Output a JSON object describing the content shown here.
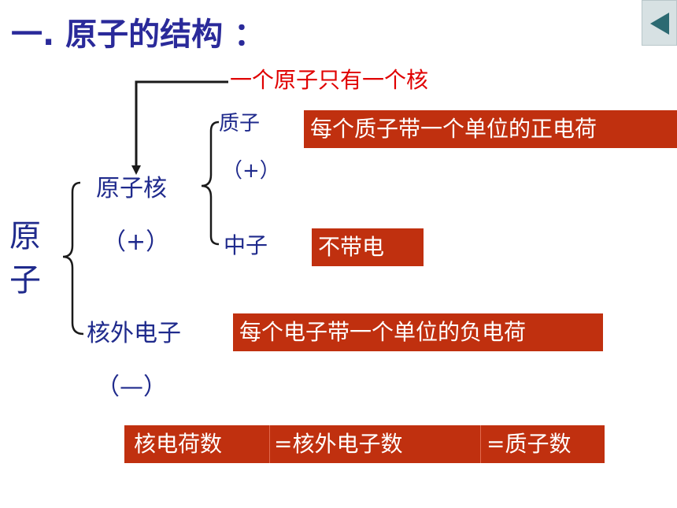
{
  "slide": {
    "title": "一. 原子的结构 ："
  },
  "navigation": {
    "back_icon": "triangle-left-icon"
  },
  "diagram": {
    "atom_char_1": "原",
    "atom_char_2": "子",
    "nucleus_label": "原子核",
    "nucleus_charge": "（+）",
    "nucleus_note": "一个原子只有一个核",
    "proton_label": "质子",
    "proton_charge": "（+）",
    "proton_desc": "每个质子带一个单位的正电荷",
    "neutron_label": "中子",
    "neutron_desc": "不带电",
    "electron_label": "核外电子",
    "electron_charge": "（—）",
    "electron_desc": "每个电子带一个单位的负电荷"
  },
  "summary": {
    "part1": "核电荷数",
    "part2": "=核外电子数",
    "part3": "=质子数"
  },
  "colors": {
    "title": "#2a2a9a",
    "label": "#1f2a8c",
    "note_red": "#e00000",
    "box_bg": "#c0300f",
    "box_text": "#ffffff",
    "nav_bg": "#d7e1e3",
    "nav_arrow": "#2c6a72"
  }
}
